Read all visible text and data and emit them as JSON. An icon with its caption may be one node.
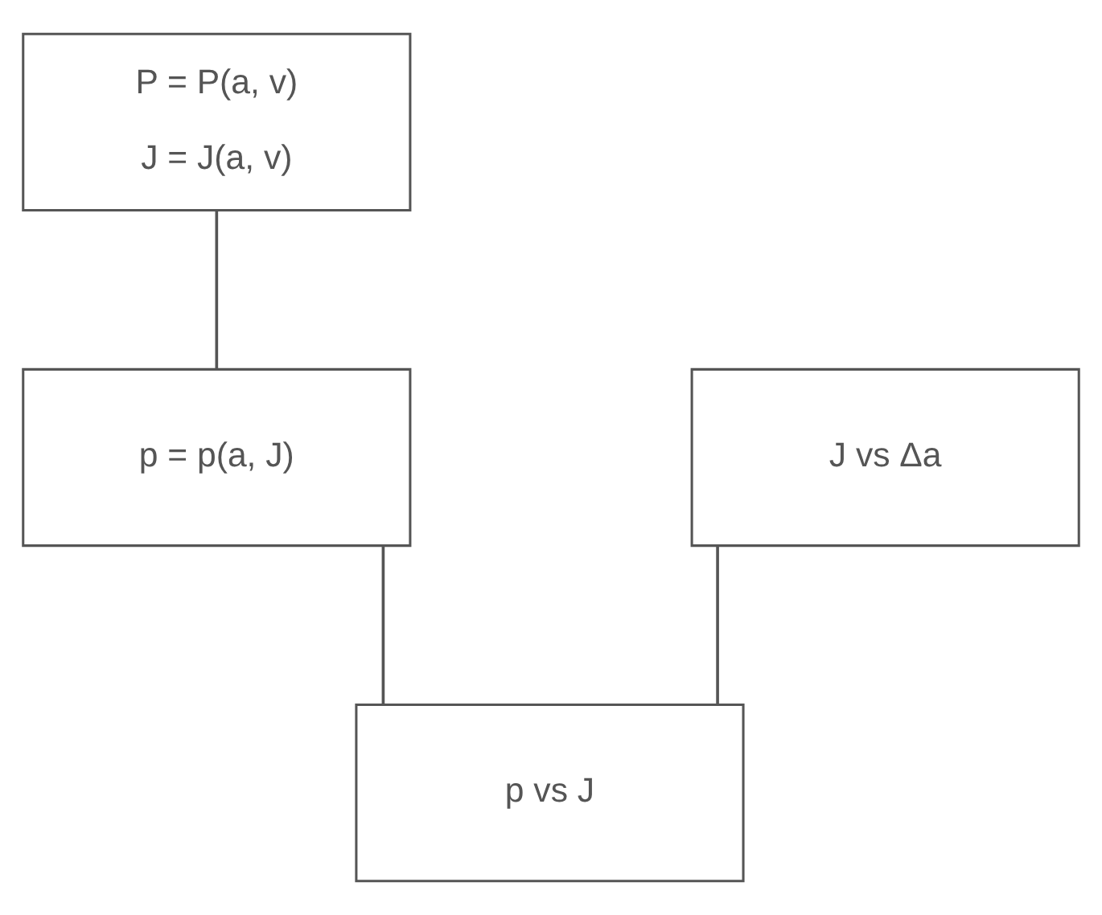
{
  "diagram": {
    "nodes": [
      {
        "text": [
          "P = P(a, v)",
          "J = J(a, v)"
        ]
      },
      {
        "text": [
          "J vs Δa"
        ]
      },
      {
        "text": [
          "p = p(a, J)"
        ]
      },
      {
        "text": [
          "p vs J"
        ]
      }
    ],
    "edges": [
      {
        "from": 0,
        "to": 2,
        "arrow": "none"
      },
      {
        "from": 2,
        "to": 3,
        "arrow": "none"
      },
      {
        "from": 1,
        "to": 3,
        "arrow": "none"
      }
    ]
  }
}
